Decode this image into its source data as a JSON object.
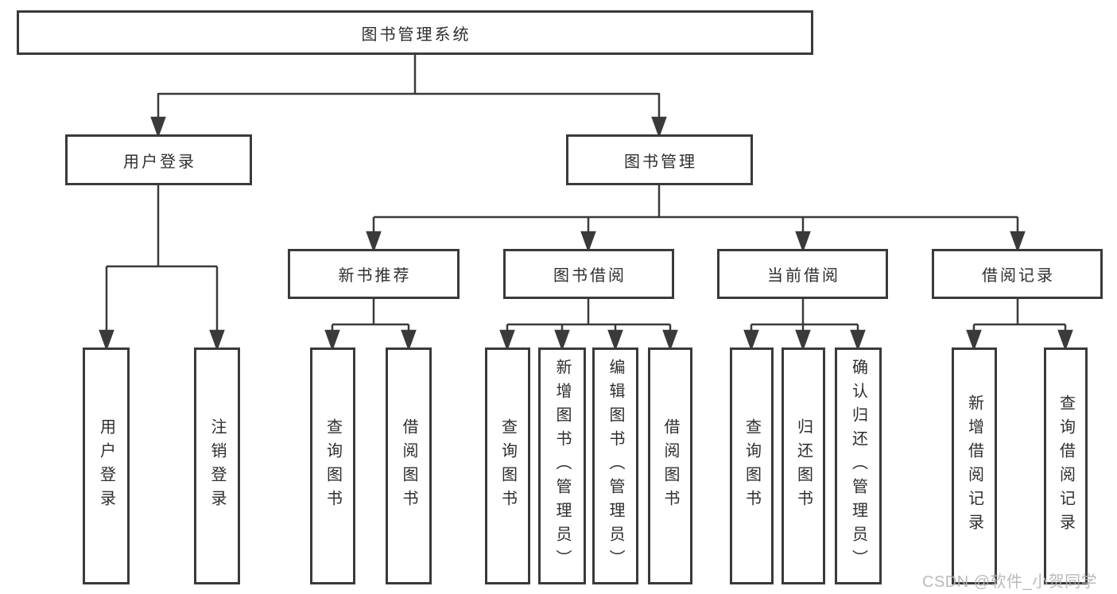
{
  "tree": {
    "root": "图书管理系统",
    "level2": [
      {
        "label": "用户登录",
        "children": [
          "用户登录",
          "注销登录"
        ]
      },
      {
        "label": "图书管理"
      }
    ],
    "level3": [
      {
        "label": "新书推荐",
        "children": [
          "查询图书",
          "借阅图书"
        ]
      },
      {
        "label": "图书借阅",
        "children": [
          "查询图书",
          "新增图书（管理员）",
          "编辑图书（管理员）",
          "借阅图书"
        ]
      },
      {
        "label": "当前借阅",
        "children": [
          "查询图书",
          "归还图书",
          "确认归还（管理员）"
        ]
      },
      {
        "label": "借阅记录",
        "children": [
          "新增借阅记录",
          "查询借阅记录"
        ]
      }
    ]
  },
  "watermark": "CSDN @软件_小贺同学",
  "colors": {
    "line": "#3a3a3a",
    "box_border": "#3a3a3a",
    "box_fill": "#ffffff",
    "text": "#2e2e2e",
    "watermark": "#b3b3b3",
    "background": "#ffffff"
  }
}
